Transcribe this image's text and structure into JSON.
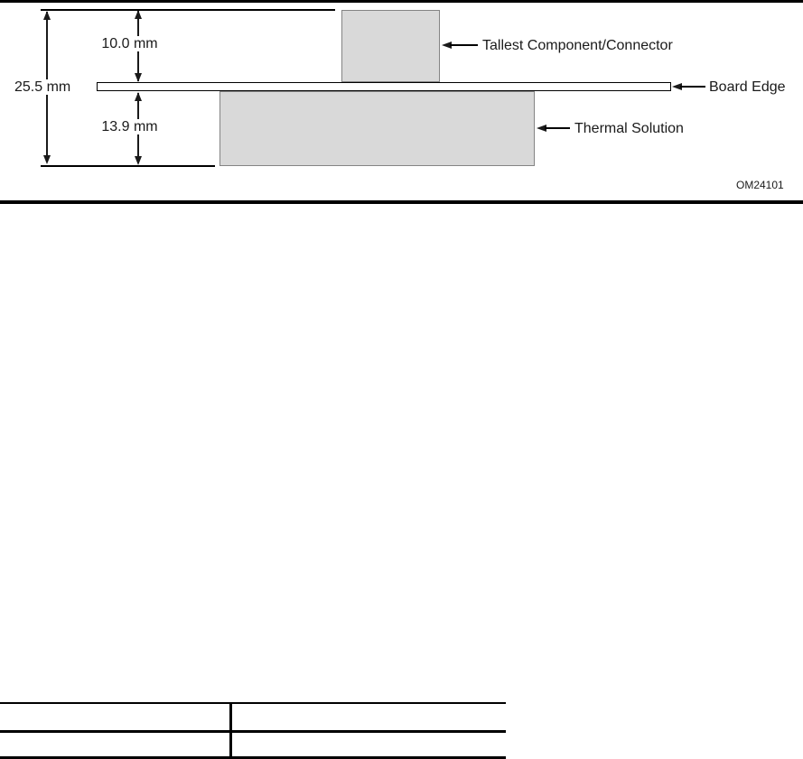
{
  "diagram": {
    "dim_overall": "25.5 mm",
    "dim_above_board": "10.0 mm",
    "dim_below_board": "13.9 mm",
    "label_tallest_component": "Tallest Component/Connector",
    "label_board_edge": "Board Edge",
    "label_thermal_solution": "Thermal Solution",
    "figure_id": "OM24101",
    "colors": {
      "block_fill": "#d9d9d9",
      "block_border": "#848484",
      "line": "#000000"
    }
  },
  "table": {
    "rows": [
      {
        "col1": "",
        "col2": ""
      },
      {
        "col1": "",
        "col2": ""
      }
    ]
  }
}
